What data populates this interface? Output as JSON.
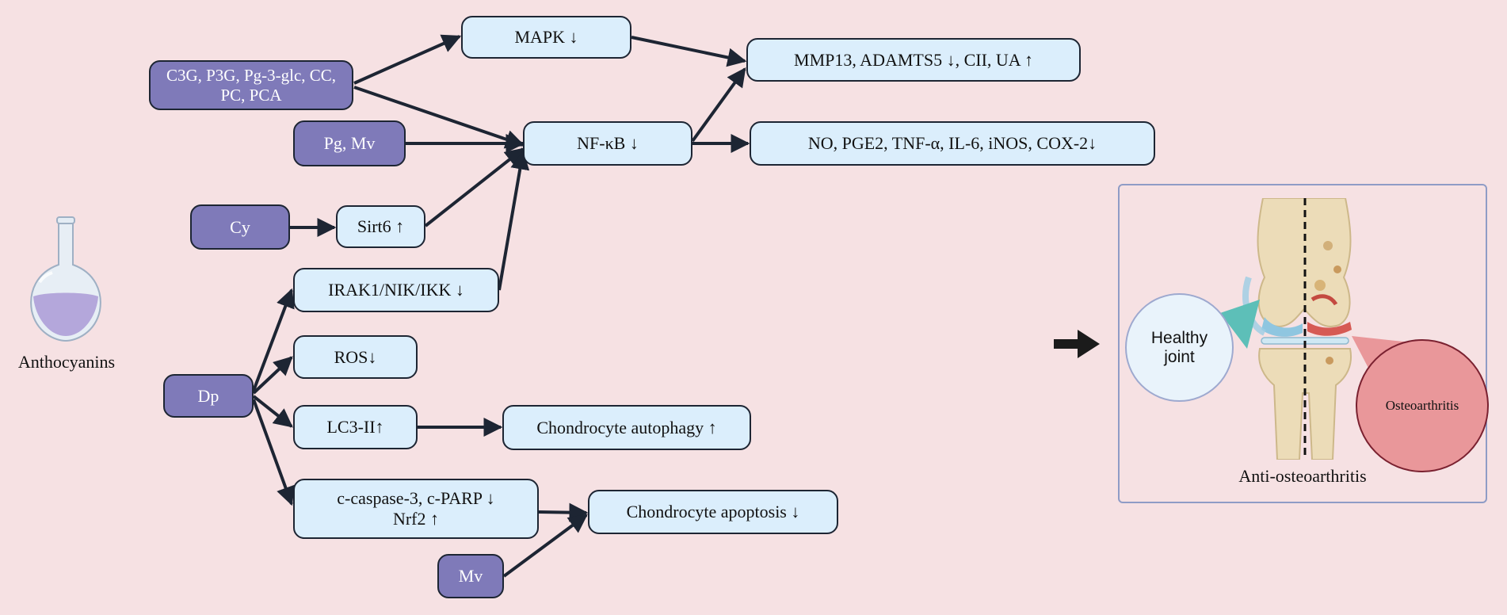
{
  "source": {
    "title": "Anthocyanins",
    "groups": {
      "g1": "C3G, P3G, Pg-3-glc, CC, PC, PCA",
      "g2": "Pg, Mv",
      "g3": "Cy",
      "g4": "Dp",
      "g5": "Mv"
    }
  },
  "nodes": {
    "mapk": "MAPK ↓",
    "nfkb": "NF-κB ↓",
    "sirt6": "Sirt6 ↑",
    "irak": "IRAK1/NIK/IKK ↓",
    "ros": "ROS↓",
    "lc3": "LC3-II↑",
    "caspase": "c-caspase-3, c-PARP ↓",
    "nrf2": "Nrf2 ↑",
    "mmp": "MMP13, ADAMTS5 ↓,  CII, UA ↑",
    "inflam": "NO, PGE2, TNF-α, IL-6, iNOS, COX-2↓",
    "autophagy": "Chondrocyte autophagy ↑",
    "apoptosis": "Chondrocyte apoptosis ↓"
  },
  "outcome": {
    "healthy_line1": "Healthy",
    "healthy_line2": "joint",
    "oa": "Osteoarthritis",
    "caption": "Anti-osteoarthritis"
  },
  "colors": {
    "background": "#f6e1e3",
    "purple_box": "#7f7ab9",
    "blue_box": "#dbeefc",
    "arrow": "#1d2533",
    "oa_circle": "#e9979a"
  }
}
